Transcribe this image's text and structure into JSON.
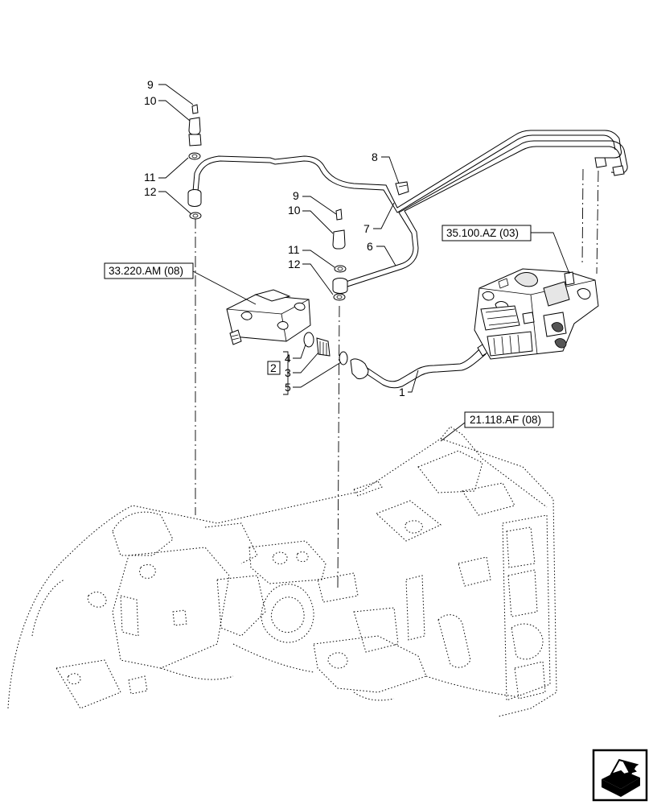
{
  "callouts": {
    "c1": "1",
    "c2": "2",
    "c3": "3",
    "c4": "4",
    "c5": "5",
    "c6": "6",
    "c7": "7",
    "c8": "8",
    "c9a": "9",
    "c10a": "10",
    "c11a": "11",
    "c12a": "12",
    "c9b": "9",
    "c10b": "10",
    "c11b": "11",
    "c12b": "12"
  },
  "references": {
    "ref_valve": "35.100.AZ (03)",
    "ref_block": "33.220.AM (08)",
    "ref_housing": "21.118.AF (08)"
  },
  "icons": {
    "nav": "next-page-arrow-icon"
  }
}
